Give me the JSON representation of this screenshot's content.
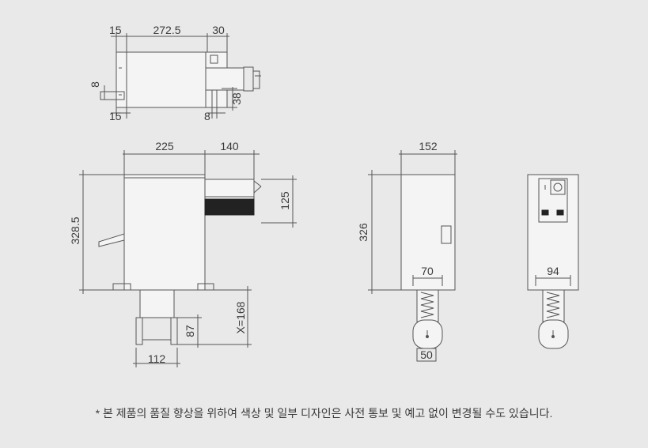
{
  "top_view": {
    "d_15_top": "15",
    "d_272_5": "272.5",
    "d_30": "30",
    "d_8_left": "8",
    "d_15_bottom": "15",
    "d_8_bottom": "8",
    "d_38": "38"
  },
  "side_view": {
    "d_225": "225",
    "d_140": "140",
    "d_125": "125",
    "d_328_5": "328.5",
    "d_87": "87",
    "d_x168": "X=168",
    "d_112": "112"
  },
  "front_view": {
    "d_152": "152",
    "d_326": "326",
    "d_70": "70",
    "d_50": "50"
  },
  "rear_view": {
    "d_94": "94"
  },
  "footnote": "* 본 제품의 품질 향상을 위하여 색상 및 일부 디자인은 사전 통보 및 예고 없이 변경될 수도 있습니다."
}
